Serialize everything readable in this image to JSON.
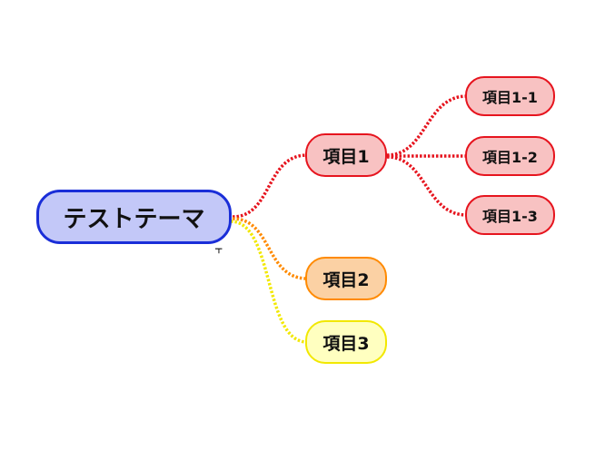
{
  "colors": {
    "root_fill": "#c3c8f8",
    "root_border": "#1a2ed8",
    "branch_1": "#e6141e",
    "branch_1_fill": "#f8c2c2",
    "branch_2": "#ff8a00",
    "branch_2_fill": "#fbd1a4",
    "branch_3": "#f2e800",
    "branch_3_fill": "#ffffc0"
  },
  "mindmap": {
    "root": {
      "label": "テストテーマ",
      "collapse_icon": "branch-collapse-icon",
      "collapse_glyph": "⫟"
    },
    "branches": [
      {
        "id": "1",
        "label": "項目1",
        "color": "#e6141e",
        "fill": "#f8c2c2",
        "children": [
          {
            "id": "1-1",
            "label": "項目1-1"
          },
          {
            "id": "1-2",
            "label": "項目1-2"
          },
          {
            "id": "1-3",
            "label": "項目1-3"
          }
        ]
      },
      {
        "id": "2",
        "label": "項目2",
        "color": "#ff8a00",
        "fill": "#fbd1a4",
        "children": []
      },
      {
        "id": "3",
        "label": "項目3",
        "color": "#f2e800",
        "fill": "#ffffc0",
        "children": []
      }
    ]
  }
}
